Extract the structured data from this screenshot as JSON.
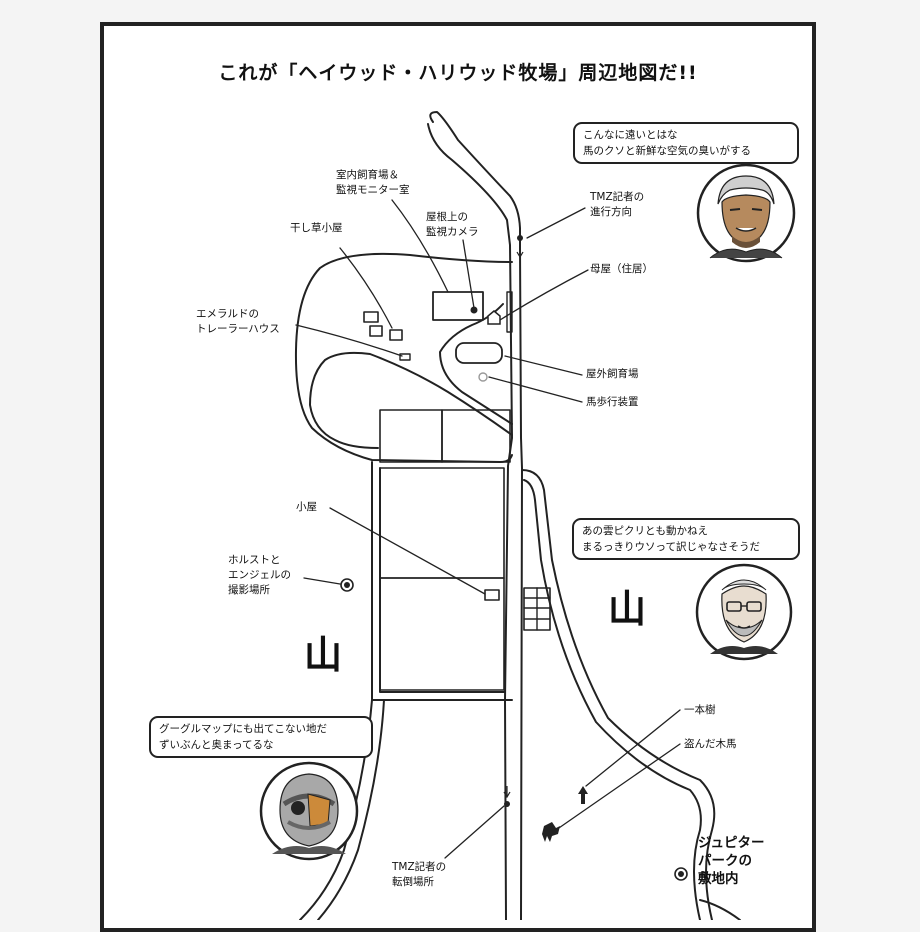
{
  "title": "これが「ヘイウッド・ハリウッド牧場」周辺地図だ!!",
  "labels": {
    "indoor_ring": [
      "室内飼育場＆",
      "監視モニター室"
    ],
    "roof_camera": [
      "屋根上の",
      "監視カメラ"
    ],
    "hay_shed": "干し草小屋",
    "trailer": [
      "エメラルドの",
      "トレーラーハウス"
    ],
    "tmz_direction": [
      "TMZ記者の",
      "進行方向"
    ],
    "main_house": "母屋（住居）",
    "outdoor_ring": "屋外飼育場",
    "horse_walker": "馬歩行装置",
    "small_shed": "小屋",
    "photo_spot": [
      "ホルストと",
      "エンジェルの",
      "撮影場所"
    ],
    "lone_tree": "一本樹",
    "stolen_horse": "盗んだ木馬",
    "jupiter_park": [
      "ジュピター",
      "パークの",
      "敷地内"
    ],
    "tmz_fall": [
      "TMZ記者の",
      "転倒場所"
    ]
  },
  "mountain_symbol": "山",
  "bubbles": {
    "top_right": [
      "こんなに遠いとはな",
      "馬のクソと新鮮な空気の臭いがする"
    ],
    "mid_right": [
      "あの雲ピクリとも動かねえ",
      "まるっきりウソって訳じゃなさそうだ"
    ],
    "bottom_left": [
      "グーグルマップにも出てこない地だ",
      "ずいぶんと奥まってるな"
    ]
  }
}
